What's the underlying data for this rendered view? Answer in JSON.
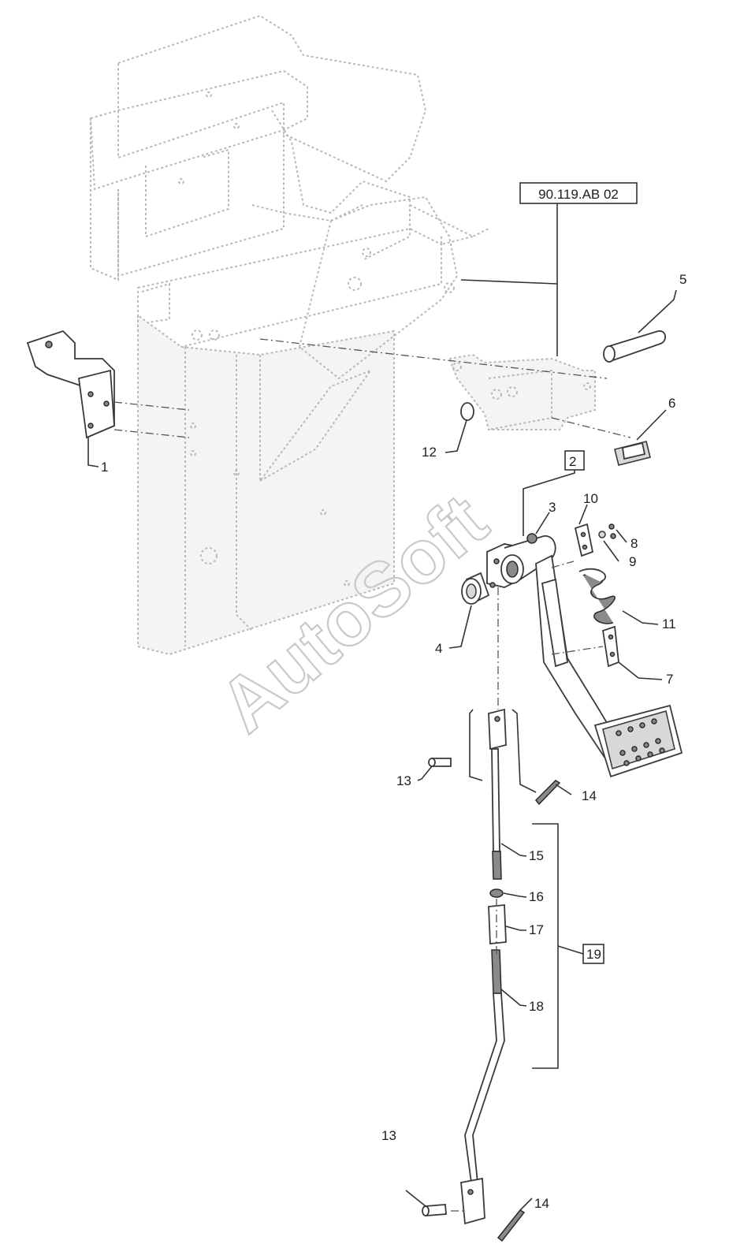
{
  "diagram": {
    "reference_code": "90.119.AB 02",
    "watermark": "AutoSoft",
    "callouts": [
      {
        "id": "c1",
        "label": "1"
      },
      {
        "id": "c2",
        "label": "2",
        "boxed": true
      },
      {
        "id": "c3",
        "label": "3"
      },
      {
        "id": "c4",
        "label": "4"
      },
      {
        "id": "c5",
        "label": "5"
      },
      {
        "id": "c6",
        "label": "6"
      },
      {
        "id": "c7",
        "label": "7"
      },
      {
        "id": "c8",
        "label": "8"
      },
      {
        "id": "c9",
        "label": "9"
      },
      {
        "id": "c10",
        "label": "10"
      },
      {
        "id": "c11",
        "label": "11"
      },
      {
        "id": "c12",
        "label": "12"
      },
      {
        "id": "c13a",
        "label": "13"
      },
      {
        "id": "c13b",
        "label": "13"
      },
      {
        "id": "c14a",
        "label": "14"
      },
      {
        "id": "c14b",
        "label": "14"
      },
      {
        "id": "c15",
        "label": "15"
      },
      {
        "id": "c16",
        "label": "16"
      },
      {
        "id": "c17",
        "label": "17"
      },
      {
        "id": "c18",
        "label": "18"
      },
      {
        "id": "c19",
        "label": "19",
        "boxed": true
      }
    ]
  }
}
